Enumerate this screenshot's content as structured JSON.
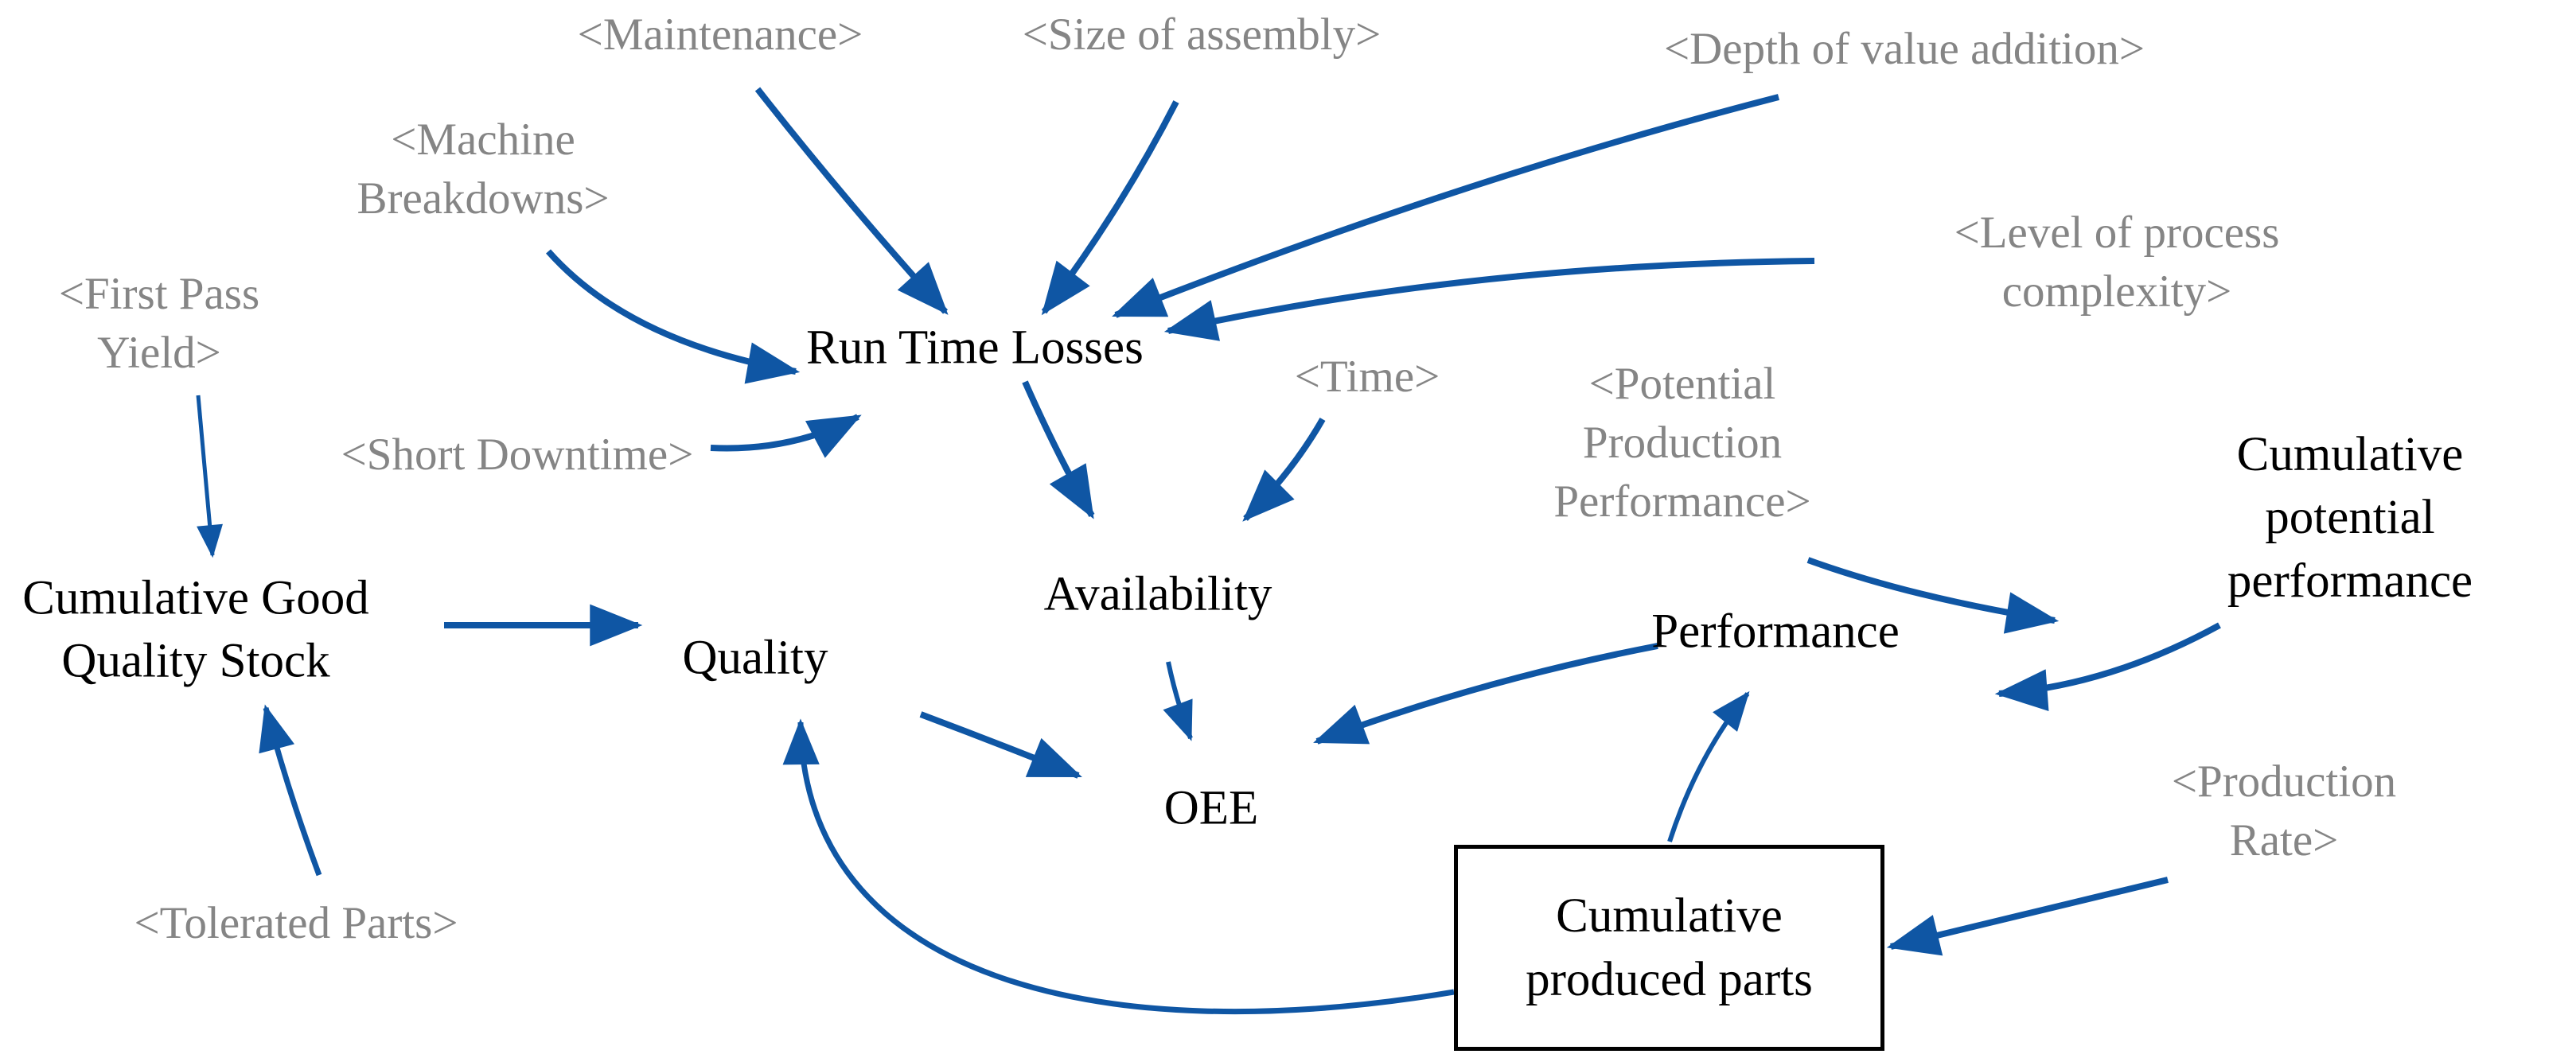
{
  "figure": {
    "type": "causal-diagram",
    "background": "#ffffff",
    "colors": {
      "arrow": "#0f56a4",
      "shadow_text": "#858585",
      "variable_text": "#000000",
      "stock_border": "#000000"
    }
  },
  "nodes": {
    "maintenance": {
      "label": "<Maintenance>",
      "type": "shadow"
    },
    "size_of_assembly": {
      "label": "<Size of assembly>",
      "type": "shadow"
    },
    "depth_of_value_addition": {
      "label": "<Depth of value addition>",
      "type": "shadow"
    },
    "machine_breakdowns": {
      "label": "<Machine\nBreakdowns>",
      "type": "shadow"
    },
    "level_of_process_complexity": {
      "label": "<Level of process complexity>",
      "type": "shadow"
    },
    "first_pass_yield": {
      "label": "<First Pass\nYield>",
      "type": "shadow"
    },
    "short_downtime": {
      "label": "<Short Downtime>",
      "type": "shadow"
    },
    "time": {
      "label": "<Time>",
      "type": "shadow"
    },
    "potential_production_performance": {
      "label": "<Potential\nProduction\nPerformance>",
      "type": "shadow"
    },
    "tolerated_parts": {
      "label": "<Tolerated Parts>",
      "type": "shadow"
    },
    "production_rate": {
      "label": "<Production Rate>",
      "type": "shadow"
    },
    "run_time_losses": {
      "label": "Run Time Losses",
      "type": "variable"
    },
    "availability": {
      "label": "Availability",
      "type": "variable"
    },
    "quality": {
      "label": "Quality",
      "type": "variable"
    },
    "performance": {
      "label": "Performance",
      "type": "variable"
    },
    "oee": {
      "label": "OEE",
      "type": "variable"
    },
    "cumulative_good_quality_stock": {
      "label": "Cumulative Good\nQuality Stock",
      "type": "variable"
    },
    "cumulative_potential_performance": {
      "label": "Cumulative potential\nperformance",
      "type": "variable"
    },
    "cumulative_produced_parts": {
      "label": "Cumulative\nproduced parts",
      "type": "stock"
    }
  },
  "edges": [
    {
      "from": "maintenance",
      "to": "run_time_losses"
    },
    {
      "from": "size_of_assembly",
      "to": "run_time_losses"
    },
    {
      "from": "depth_of_value_addition",
      "to": "run_time_losses"
    },
    {
      "from": "level_of_process_complexity",
      "to": "run_time_losses"
    },
    {
      "from": "machine_breakdowns",
      "to": "run_time_losses"
    },
    {
      "from": "short_downtime",
      "to": "run_time_losses"
    },
    {
      "from": "run_time_losses",
      "to": "availability"
    },
    {
      "from": "time",
      "to": "availability"
    },
    {
      "from": "first_pass_yield",
      "to": "cumulative_good_quality_stock"
    },
    {
      "from": "tolerated_parts",
      "to": "cumulative_good_quality_stock"
    },
    {
      "from": "cumulative_good_quality_stock",
      "to": "quality"
    },
    {
      "from": "quality",
      "to": "oee"
    },
    {
      "from": "availability",
      "to": "oee"
    },
    {
      "from": "performance",
      "to": "oee"
    },
    {
      "from": "potential_production_performance",
      "to": "cumulative_potential_performance"
    },
    {
      "from": "cumulative_potential_performance",
      "to": "performance"
    },
    {
      "from": "cumulative_produced_parts",
      "to": "performance"
    },
    {
      "from": "production_rate",
      "to": "cumulative_produced_parts"
    },
    {
      "from": "cumulative_produced_parts",
      "to": "quality"
    }
  ]
}
